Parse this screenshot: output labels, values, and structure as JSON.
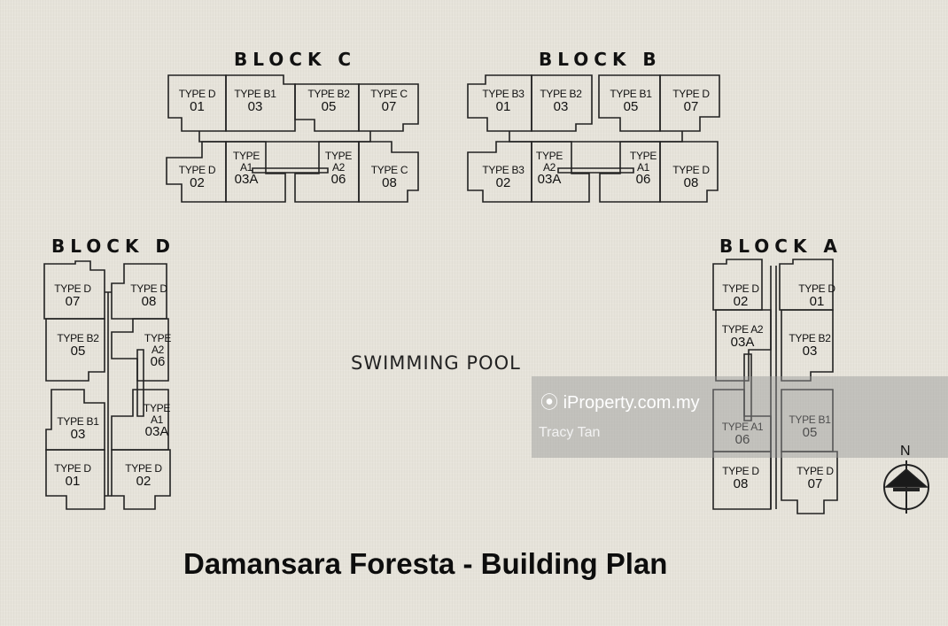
{
  "blocks": {
    "c": {
      "title": "BLOCK C",
      "units": [
        {
          "type": "TYPE D",
          "no": "01"
        },
        {
          "type": "TYPE B1",
          "no": "03"
        },
        {
          "type": "TYPE B2",
          "no": "05"
        },
        {
          "type": "TYPE C",
          "no": "07"
        },
        {
          "type": "TYPE D",
          "no": "02"
        },
        {
          "type": "TYPE\nA1",
          "no": "03A"
        },
        {
          "type": "TYPE\nA2",
          "no": "06"
        },
        {
          "type": "TYPE C",
          "no": "08"
        }
      ]
    },
    "b": {
      "title": "BLOCK B",
      "units": [
        {
          "type": "TYPE B3",
          "no": "01"
        },
        {
          "type": "TYPE B2",
          "no": "03"
        },
        {
          "type": "TYPE B1",
          "no": "05"
        },
        {
          "type": "TYPE D",
          "no": "07"
        },
        {
          "type": "TYPE B3",
          "no": "02"
        },
        {
          "type": "TYPE\nA2",
          "no": "03A"
        },
        {
          "type": "TYPE\nA1",
          "no": "06"
        },
        {
          "type": "TYPE D",
          "no": "08"
        }
      ]
    },
    "d": {
      "title": "BLOCK D",
      "units": [
        {
          "type": "TYPE D",
          "no": "07"
        },
        {
          "type": "TYPE D",
          "no": "08"
        },
        {
          "type": "TYPE B2",
          "no": "05"
        },
        {
          "type": "TYPE\nA2",
          "no": "06"
        },
        {
          "type": "TYPE B1",
          "no": "03"
        },
        {
          "type": "TYPE\nA1",
          "no": "03A"
        },
        {
          "type": "TYPE D",
          "no": "01"
        },
        {
          "type": "TYPE D",
          "no": "02"
        }
      ]
    },
    "a": {
      "title": "BLOCK A",
      "units": [
        {
          "type": "TYPE D",
          "no": "02"
        },
        {
          "type": "TYPE D",
          "no": "01"
        },
        {
          "type": "TYPE A2",
          "no": "03A"
        },
        {
          "type": "TYPE B2",
          "no": "03"
        },
        {
          "type": "TYPE A1",
          "no": "06"
        },
        {
          "type": "TYPE B1",
          "no": "05"
        },
        {
          "type": "TYPE D",
          "no": "08"
        },
        {
          "type": "TYPE D",
          "no": "07"
        }
      ]
    }
  },
  "pool_label": "SWIMMING POOL",
  "caption": "Damansara Foresta - Building Plan",
  "watermark": {
    "brand": "iProperty.com.my",
    "agent": "Tracy Tan"
  },
  "compass": {
    "label": "N"
  }
}
